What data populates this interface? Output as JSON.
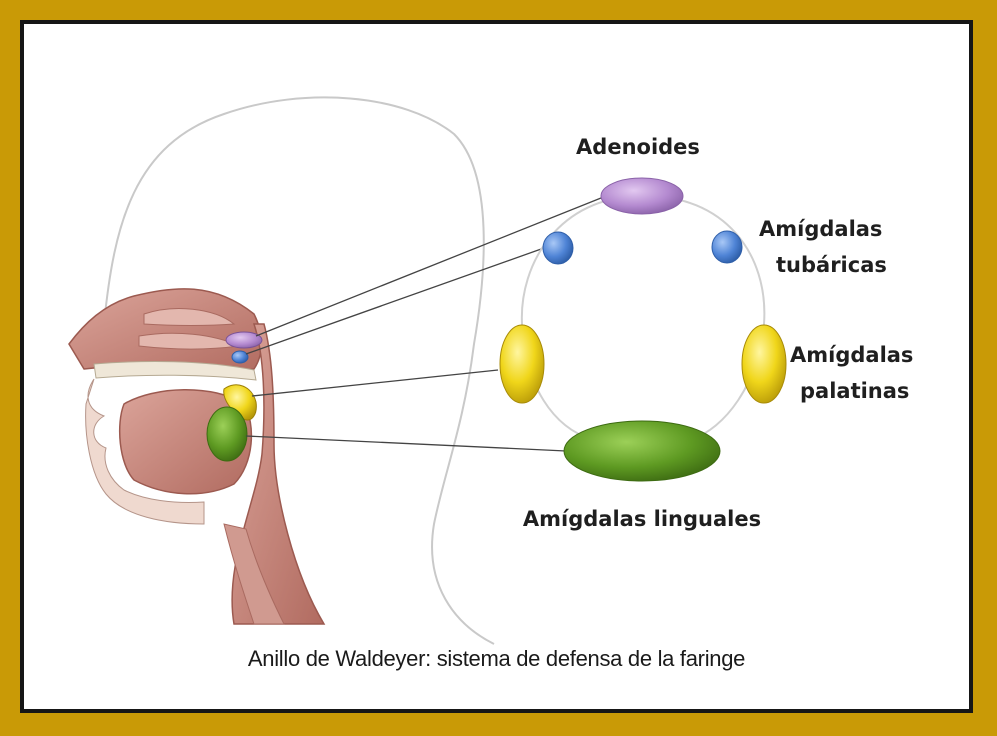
{
  "labels": {
    "adenoides": "Adenoides",
    "tubaricas_1": "Amígdalas",
    "tubaricas_2": "tubáricas",
    "palatinas_1": "Amígdalas",
    "palatinas_2": "palatinas",
    "linguales": "Amígdalas linguales"
  },
  "caption": "Anillo de Waldeyer: sistema de defensa de la faringe",
  "colors": {
    "frame": "#c99a06",
    "adenoides": "#b48ad0",
    "tubaricas": "#4f84d6",
    "palatinas": "#f0d61a",
    "linguales": "#5e9a22",
    "tissue": "#c98a80"
  }
}
